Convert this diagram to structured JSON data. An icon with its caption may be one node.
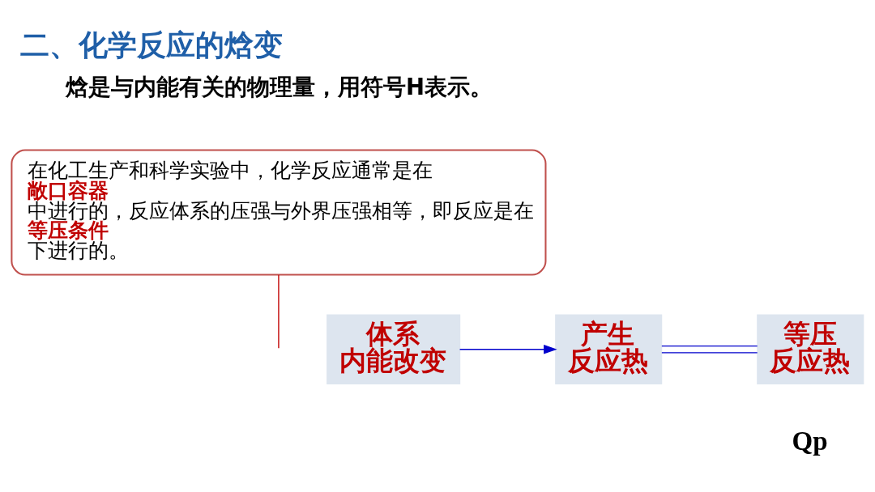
{
  "diagram": {
    "title": "二、化学反应的焓变",
    "nodes": [
      {
        "text": [
          "体系内能改变"
        ]
      },
      {
        "text": [
          "产生反应热"
        ]
      },
      {
        "text": [
          "等压反应热"
        ],
        "beside": [
          "Qp"
        ]
      },
      {
        "text": [
          "在化工生产和科学实验中，化学反应通常是在**敞口容器**中进行的，反应体系的压强与外界压强相等，即反应是在**等压条件**下进行的。"
        ]
      }
    ],
    "edges": [
      {
        "from": 0,
        "to": 1,
        "arrow": "to"
      },
      {
        "from": 1,
        "to": 2,
        "arrow": "none"
      },
      {
        "from": 3,
        "to": null,
        "arrow": "none",
        "color": "#c00000"
      }
    ],
    "labels": [
      "焓是与内能有关的物理量，用符号H表示。"
    ]
  }
}
